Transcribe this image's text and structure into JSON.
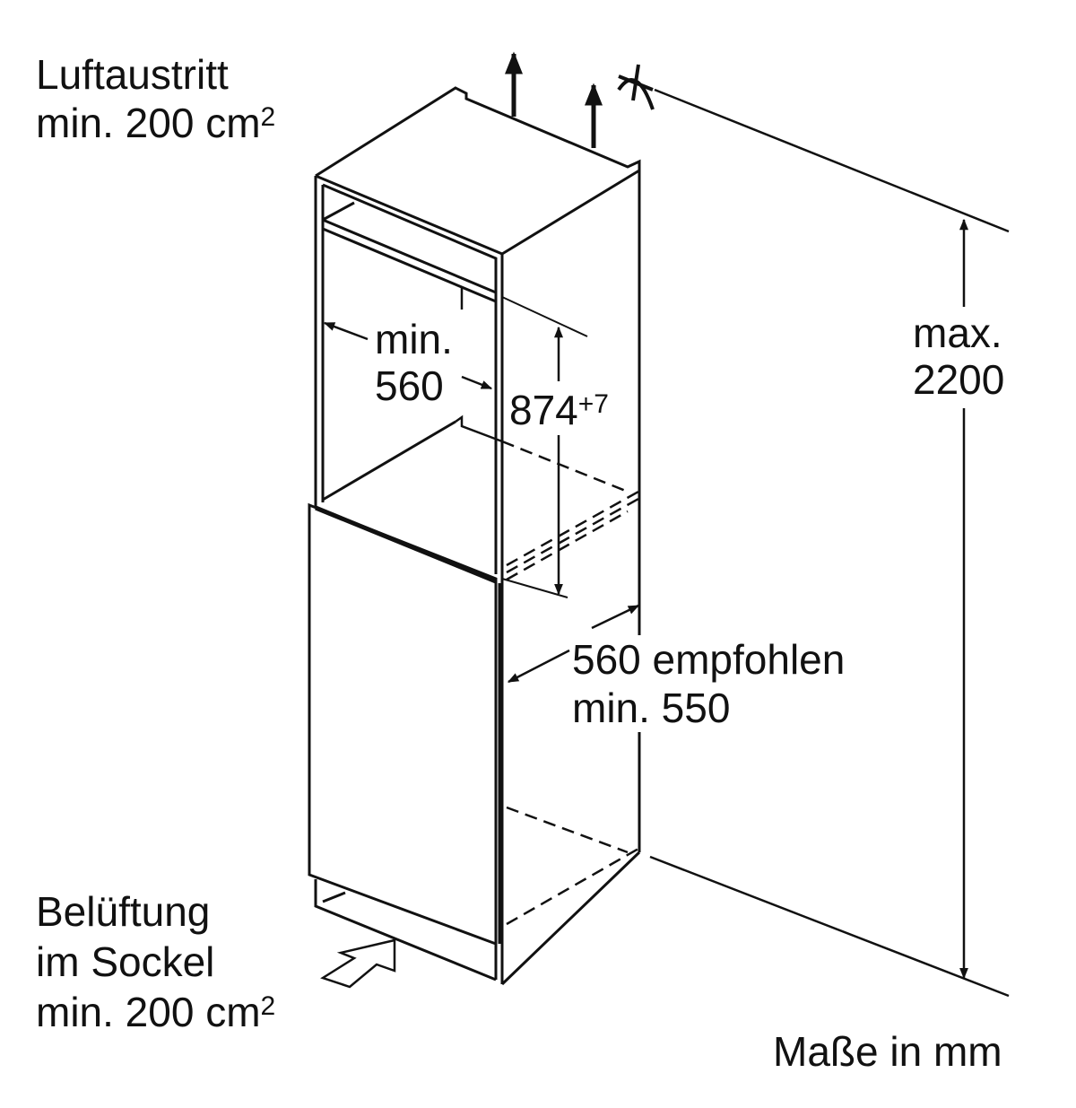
{
  "labels": {
    "air_outlet_line1": "Luftaustritt",
    "air_outlet_line2": "min. 200 cm",
    "air_outlet_sup": "2",
    "niche_width_line1": "min.",
    "niche_width_line2": "560",
    "niche_height": "874",
    "niche_height_sup": "+7",
    "max_height_line1": "max.",
    "max_height_line2": "2200",
    "depth_line1": "560 empfohlen",
    "depth_line2": "min. 550",
    "plinth_line1": "Belüftung",
    "plinth_line2": "im Sockel",
    "plinth_line3": "min. 200 cm",
    "plinth_sup": "2",
    "units": "Maße in mm"
  },
  "colors": {
    "line": "#111111",
    "background": "#ffffff"
  }
}
